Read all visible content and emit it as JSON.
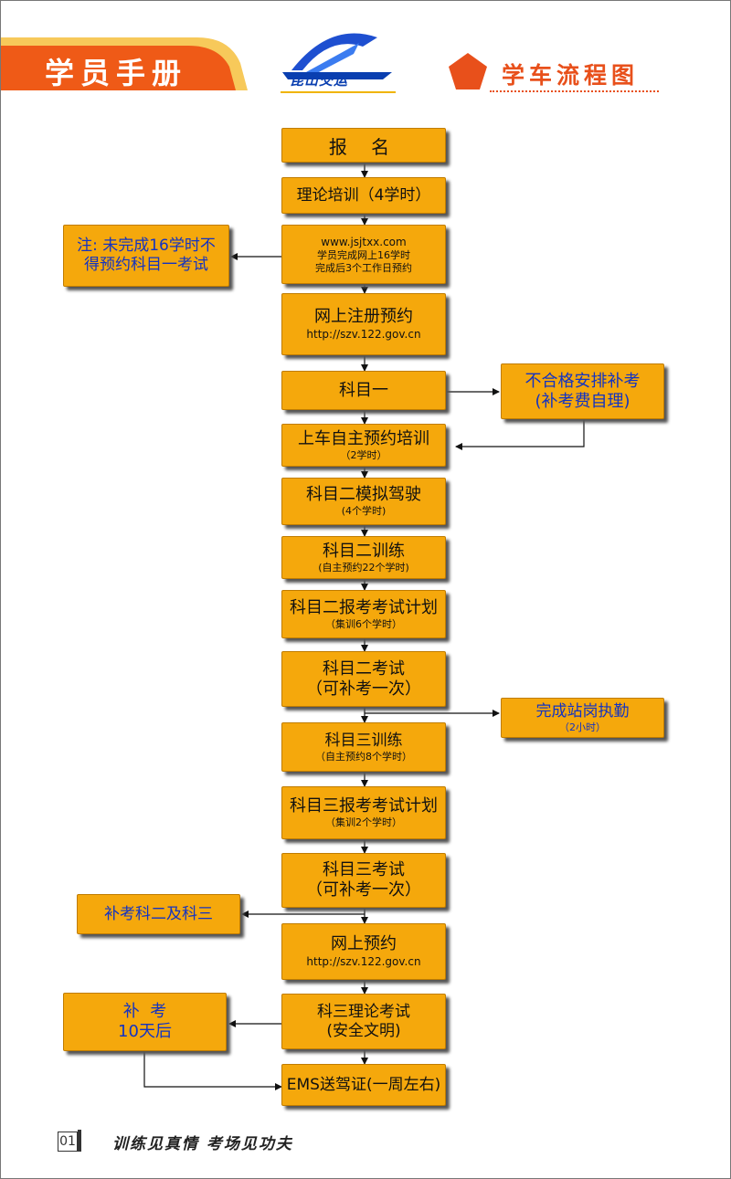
{
  "header": {
    "title": "学员手册",
    "logo_text": "昆山交运",
    "section_title": "学车流程图"
  },
  "flow": {
    "step1": "报 名",
    "step2": "理论培训（4学时）",
    "step3_line1": "www.jsjtxx.com",
    "step3_line2": "学员完成网上16学时",
    "step3_line3": "完成后3个工作日预约",
    "step4_line1": "网上注册预约",
    "step4_line2": "http://szv.122.gov.cn",
    "step5": "科目一",
    "step6_line1": "上车自主预约培训",
    "step6_line2": "（2学时）",
    "step7_line1": "科目二模拟驾驶",
    "step7_line2": "(4个学时)",
    "step8_line1": "科目二训练",
    "step8_line2": "(自主预约22个学时)",
    "step9_line1": "科目二报考考试计划",
    "step9_line2": "（集训6个学时）",
    "step10_line1": "科目二考试",
    "step10_line2": "（可补考一次）",
    "step11_line1": "科目三训练",
    "step11_line2": "（自主预约8个学时）",
    "step12_line1": "科目三报考考试计划",
    "step12_line2": "（集训2个学时）",
    "step13_line1": "科目三考试",
    "step13_line2": "（可补考一次）",
    "step14_line1": "网上预约",
    "step14_line2": "http://szv.122.gov.cn",
    "step15_line1": "科三理论考试",
    "step15_line2": "(安全文明)",
    "step16": "EMS送驾证(一周左右)"
  },
  "side_notes": {
    "note1_line1": "注: 未完成16学时不",
    "note1_line2": "得预约科目一考试",
    "retake1_line1": "不合格安排补考",
    "retake1_line2": "(补考费自理)",
    "post_line1": "完成站岗执勤",
    "post_line2": "（2小时）",
    "retake23": "补考科二及科三",
    "retake_line1": "补  考",
    "retake_line2": "10天后"
  },
  "footer": {
    "page_number": "01",
    "slogan": "训练见真情  考场见功夫"
  },
  "colors": {
    "box_fill": "#f5a80c",
    "accent_orange": "#e8501b",
    "side_text_blue": "#1333c2"
  }
}
